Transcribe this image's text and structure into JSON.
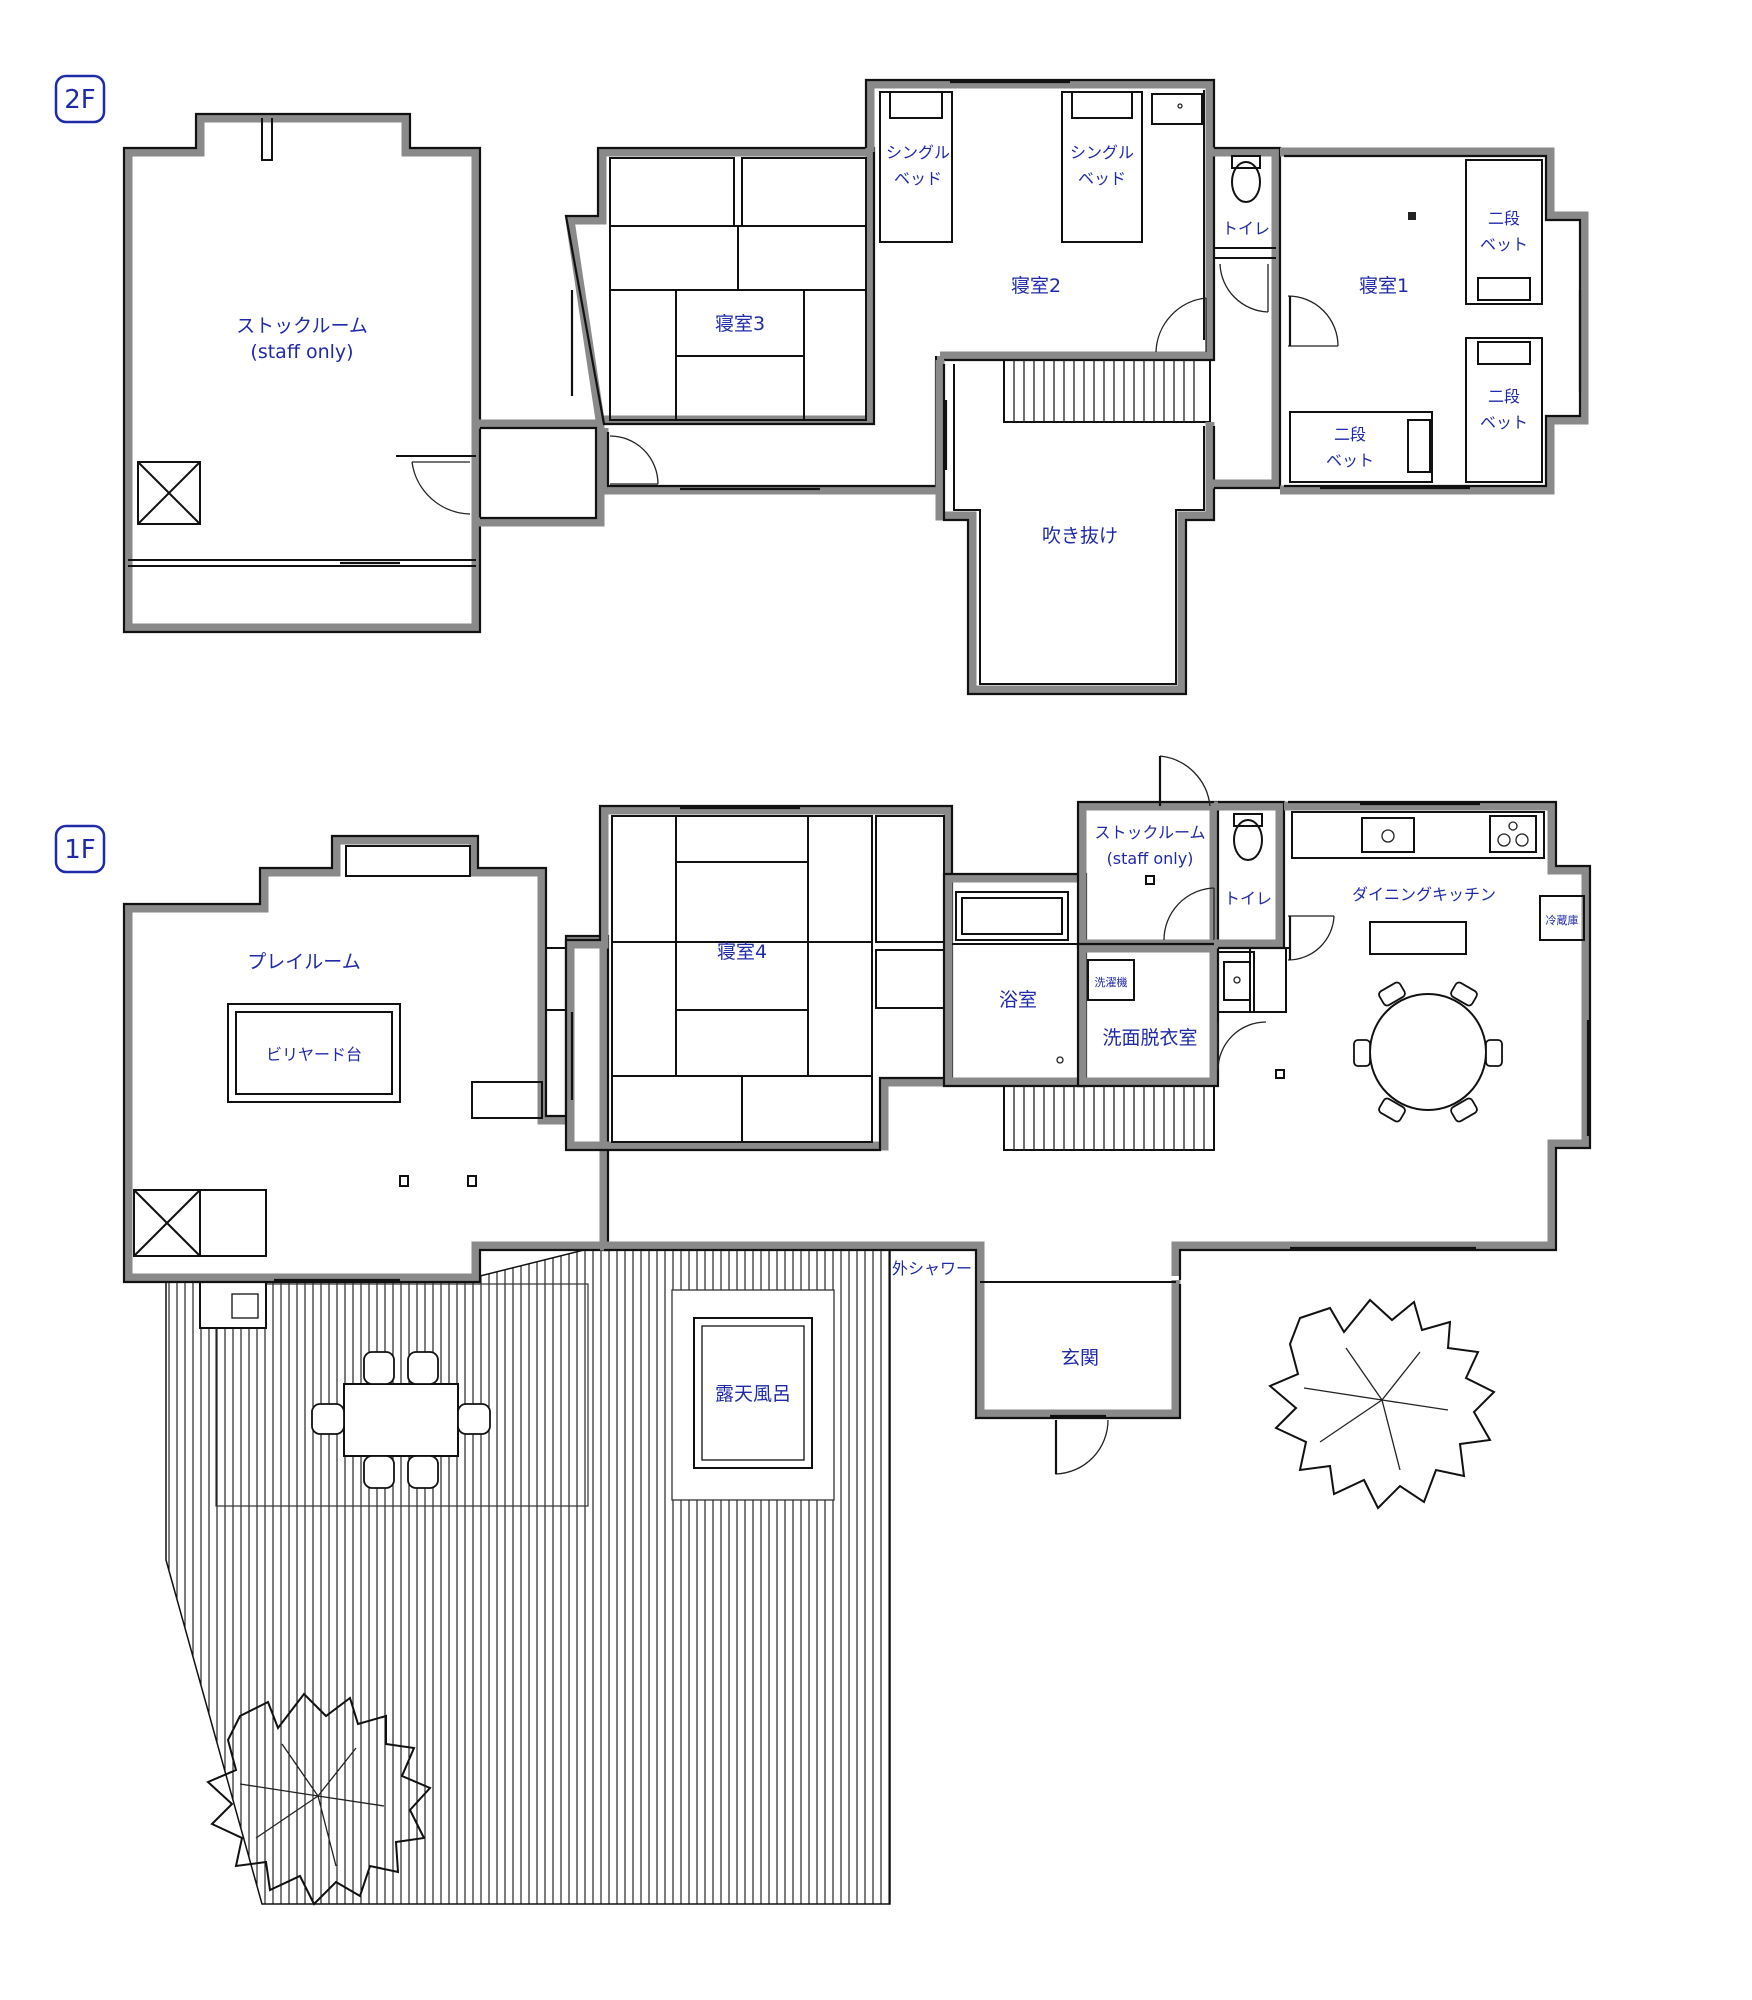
{
  "floors": {
    "upper": {
      "badge": "2F",
      "rooms": {
        "stock_room": "ストックルーム",
        "stock_room_note": "(staff only)",
        "single_bed_a_1": "シングル",
        "single_bed_a_2": "ベッド",
        "single_bed_b_1": "シングル",
        "single_bed_b_2": "ベッド",
        "bedroom2": "寝室2",
        "bedroom3": "寝室3",
        "bedroom1": "寝室1",
        "toilet": "トイレ",
        "bunk_a_1": "二段",
        "bunk_a_2": "ベット",
        "bunk_b_1": "二段",
        "bunk_b_2": "ベット",
        "bunk_c_1": "二段",
        "bunk_c_2": "ベット",
        "void": "吹き抜け"
      }
    },
    "lower": {
      "badge": "1F",
      "rooms": {
        "play_room": "プレイルーム",
        "billiard": "ビリヤード台",
        "bedroom4": "寝室4",
        "bath": "浴室",
        "stock_room": "ストックルーム",
        "stock_room_note": "(staff only)",
        "toilet": "トイレ",
        "dining_kitchen": "ダイニングキッチン",
        "fridge": "冷蔵庫",
        "washer": "洗濯機",
        "washroom": "洗面脱衣室",
        "outdoor_shower": "外シャワー",
        "entrance": "玄関",
        "open_air_bath": "露天風呂"
      }
    }
  }
}
